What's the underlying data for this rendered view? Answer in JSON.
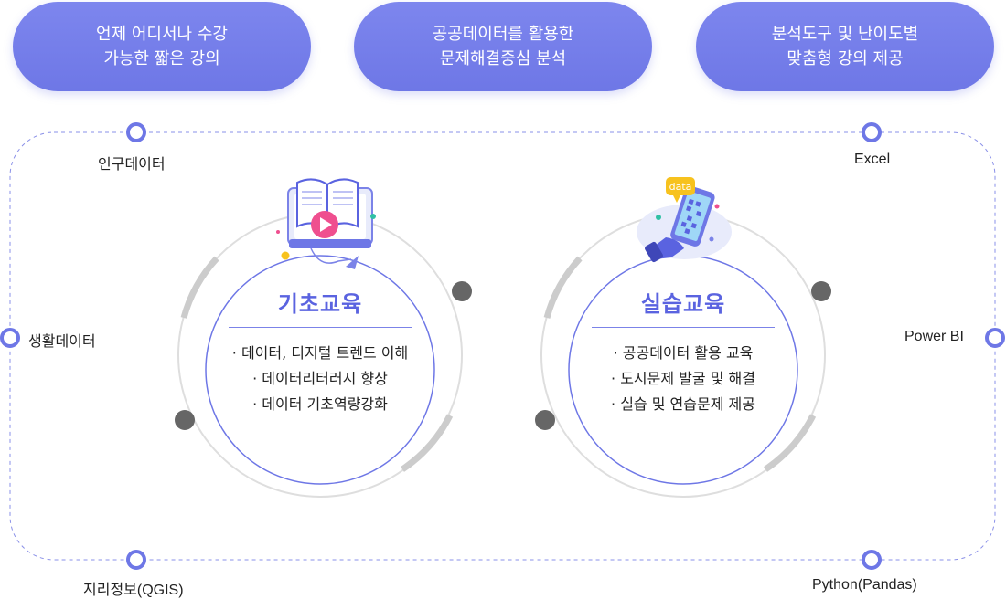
{
  "top_pills": [
    {
      "line1": "언제 어디서나 수강",
      "line2": "가능한 짧은 강의"
    },
    {
      "line1": "공공데이터를 활용한",
      "line2": "문제해결중심 분석"
    },
    {
      "line1": "분석도구 및 난이도별",
      "line2": "맞춤형 강의 제공"
    }
  ],
  "left_nodes": {
    "top": "인구데이터",
    "middle": "생활데이터",
    "bottom": "지리정보(QGIS)"
  },
  "right_nodes": {
    "top": "Excel",
    "middle": "Power BI",
    "bottom": "Python(Pandas)"
  },
  "basic": {
    "title": "기초교육",
    "items": [
      "데이터, 디지털 트렌드 이해",
      "데이터리터러시 향상",
      "데이터 기초역량강화"
    ]
  },
  "practice": {
    "title": "실습교육",
    "badge": "data",
    "items": [
      "공공데이터 활용 교육",
      "도시문제 발굴 및 해결",
      "실습 및 연습문제 제공"
    ]
  },
  "colors": {
    "accent": "#6e77e6",
    "title": "#5a63e0",
    "ring": "#dcdcdc",
    "arc": "#cfcfcf",
    "dot": "#666666",
    "badge": "#f7c21e"
  }
}
